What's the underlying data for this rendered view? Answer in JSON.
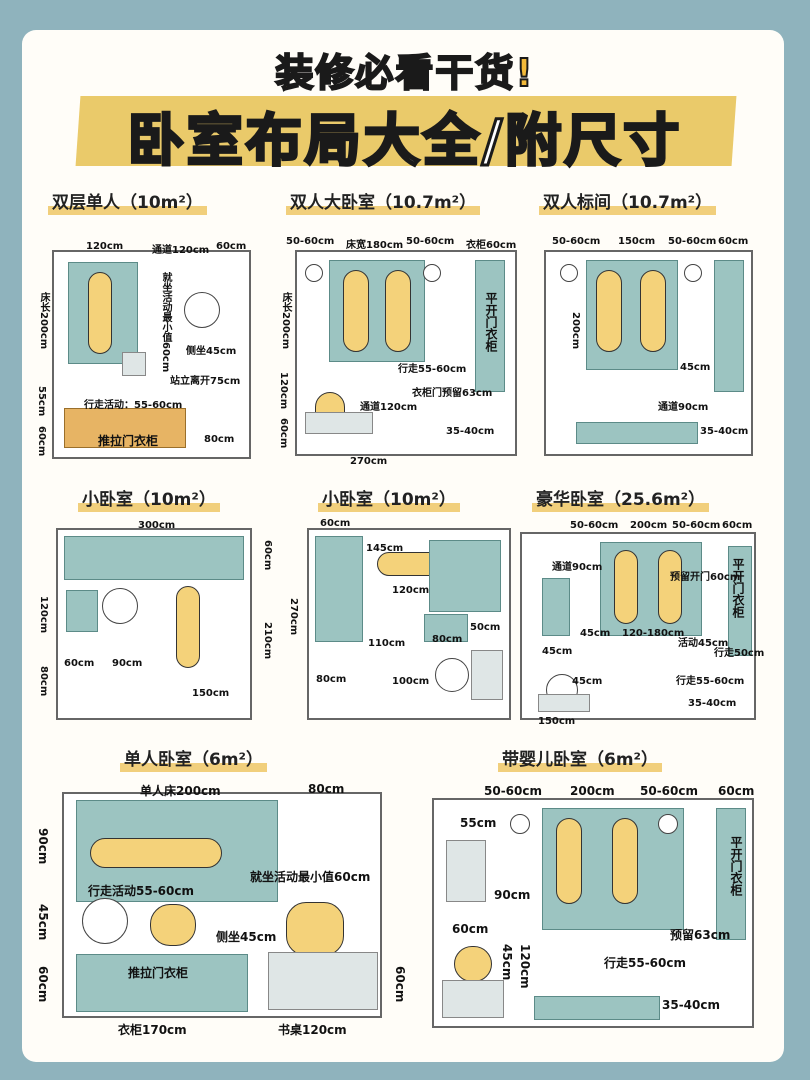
{
  "header": {
    "title_top": "装修必看干货!",
    "title_main": "卧室布局大全/附尺寸"
  },
  "colors": {
    "frame": "#8fb3bd",
    "sheet": "#fffdf8",
    "bed_green": "#9cc4c1",
    "person_yellow": "#f4d27a",
    "wood": "#e7b464",
    "highlight": "#f1cf7c"
  },
  "p1": {
    "title": "双层单人（10m²）",
    "w120": "120cm",
    "aisle": "通道120cm",
    "w60": "60cm",
    "bedlen": "床长200cm",
    "sit": "就坐活动最小值60cm",
    "side": "侧坐45cm",
    "stand": "站立离开75cm",
    "walk": "行走活动：55-60cm",
    "h55": "55cm",
    "h60": "60cm",
    "wardrobe": "推拉门衣柜",
    "w80": "80cm"
  },
  "p2": {
    "title": "双人大卧室（10.7m²）",
    "a": "50-60cm",
    "bedw": "床宽180cm",
    "b": "50-60cm",
    "cab": "衣柜60cm",
    "bedlen": "床长200cm",
    "walk": "行走55-60cm",
    "door": "衣柜门预留63cm",
    "h120": "120cm",
    "aisle": "通道120cm",
    "h60": "60cm",
    "d": "35-40cm",
    "w270": "270cm",
    "wardrobe": "平开门衣柜"
  },
  "p3": {
    "title": "双人标间（10.7m²）",
    "a": "50-60cm",
    "w150": "150cm",
    "b": "50-60cm",
    "c": "60cm",
    "h200": "200cm",
    "w45": "45cm",
    "aisle": "通道90cm",
    "d": "35-40cm"
  },
  "p4": {
    "title": "小卧室（10m²）",
    "w300": "300cm",
    "h60": "60cm",
    "h120": "120cm",
    "h210": "210cm",
    "w60": "60cm",
    "w90": "90cm",
    "h80": "80cm",
    "w150": "150cm"
  },
  "p5": {
    "title": "小卧室（10m²）",
    "w60": "60cm",
    "w145": "145cm",
    "w120": "120cm",
    "w80": "80cm",
    "w50": "50cm",
    "h270": "270cm",
    "w110": "110cm",
    "w80b": "80cm",
    "w100": "100cm"
  },
  "p6": {
    "title": "豪华卧室（25.6m²）",
    "a": "50-60cm",
    "w200": "200cm",
    "b": "50-60cm",
    "c": "60cm",
    "aisle": "通道90cm",
    "door": "预留开门60cm",
    "w45": "45cm",
    "bedw": "120-180cm",
    "act": "活动45cm",
    "walk50": "行走50cm",
    "w45b": "45cm",
    "w45c": "45cm",
    "walk": "行走55-60cm",
    "d": "35-40cm",
    "w150": "150cm",
    "wardrobe": "平开门衣柜"
  },
  "p7": {
    "title": "单人卧室（6m²）",
    "bedlen": "单人床200cm",
    "w80": "80cm",
    "h90": "90cm",
    "walk": "行走活动55-60cm",
    "sit": "就坐活动最小值60cm",
    "h45": "45cm",
    "side": "侧坐45cm",
    "h60": "60cm",
    "wardrobe": "推拉门衣柜",
    "h60r": "60cm",
    "cab": "衣柜170cm",
    "desk": "书桌120cm"
  },
  "p8": {
    "title": "带婴儿卧室（6m²）",
    "a": "50-60cm",
    "w200": "200cm",
    "b": "50-60cm",
    "c": "60cm",
    "h55": "55cm",
    "w90": "90cm",
    "w60": "60cm",
    "h45": "45cm",
    "h120": "120cm",
    "door": "预留63cm",
    "walk": "行走55-60cm",
    "d": "35-40cm",
    "wardrobe": "平开门衣柜"
  }
}
